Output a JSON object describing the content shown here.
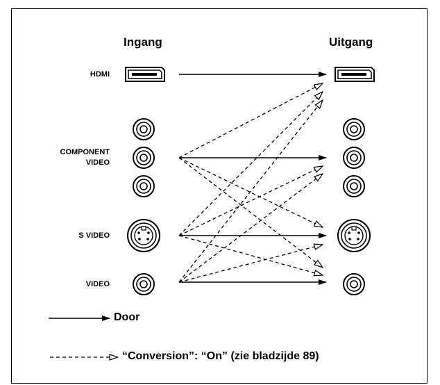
{
  "columns": {
    "input": "Ingang",
    "output": "Uitgang"
  },
  "rows": {
    "hdmi": "HDMI",
    "component_line1": "COMPONENT",
    "component_line2": "VIDEO",
    "svideo": "S VIDEO",
    "video": "VIDEO"
  },
  "legend": {
    "solid": "Door",
    "dashed": "“Conversion”: “On” (zie bladzijde 89)"
  }
}
